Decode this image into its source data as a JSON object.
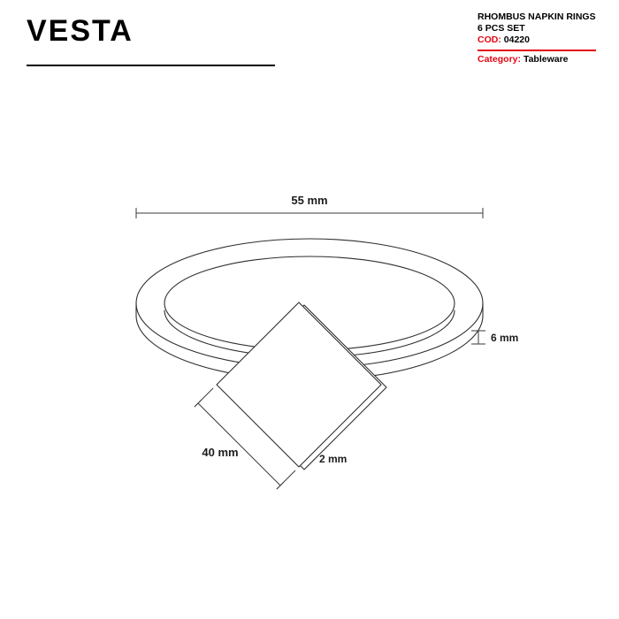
{
  "brand": {
    "logo_text": "VESTA"
  },
  "product": {
    "title_line1": "RHOMBUS NAPKIN RINGS",
    "title_line2": "6 PCS SET",
    "cod_label": "COD:",
    "cod_value": "04220",
    "category_label": "Category:",
    "category_value": "Tableware"
  },
  "diagram": {
    "dimensions": {
      "ring_width": "55 mm",
      "band_height": "6 mm",
      "plate_side": "40 mm",
      "plate_thickness": "2 mm"
    }
  },
  "colors": {
    "accent_red": "#e30613",
    "text_black": "#000000",
    "drawing_stroke": "#2e2e2e"
  }
}
